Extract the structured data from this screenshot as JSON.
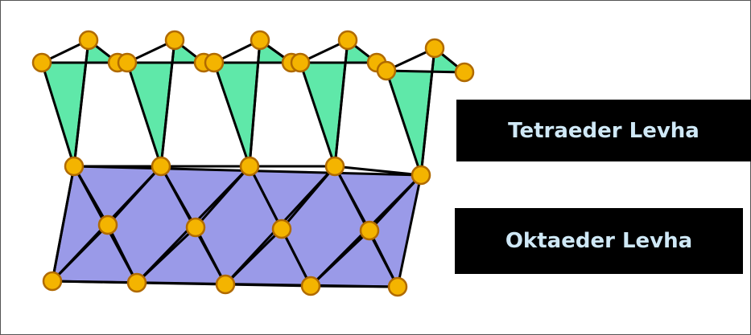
{
  "labels": {
    "tetrahedral_sheet": "Tetraeder Levha",
    "octahedral_sheet": "Oktaeder Levha"
  },
  "colors": {
    "tetrahedron_fill": "#5fe8a9",
    "octahedron_fill": "#9a9ae8",
    "atom_fill": "#f4b400",
    "atom_stroke": "#b06a00",
    "edge": "#000000",
    "label_background": "#000000",
    "label_text": "#cfe8f6"
  },
  "structure": {
    "tetrahedra_count": 5,
    "octahedral_cells": 5,
    "atom_style": "orange circles",
    "bond_style": "black lines"
  }
}
